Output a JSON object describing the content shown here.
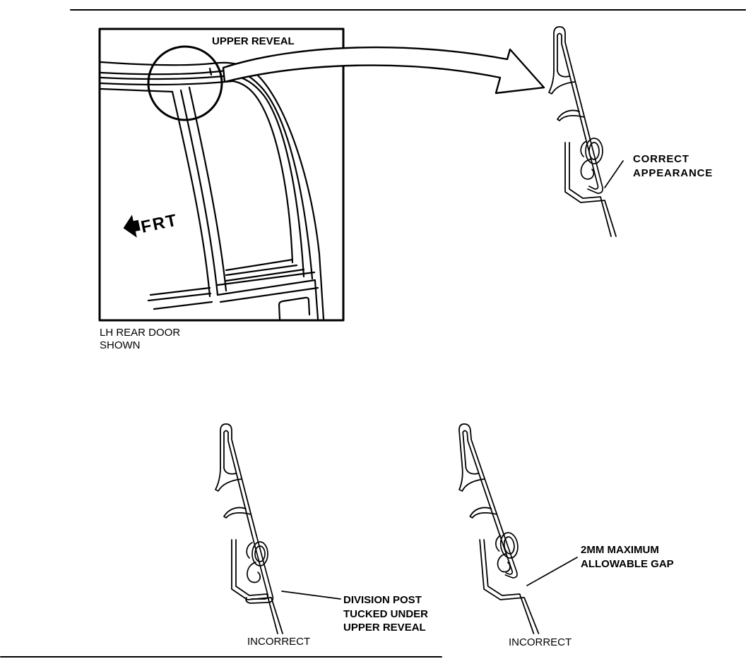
{
  "figure": {
    "inset": {
      "callout_label": "UPPER REVEAL",
      "direction_label": "FRT",
      "caption_line1": "LH REAR DOOR",
      "caption_line2": "SHOWN"
    },
    "correct_view": {
      "label_line1": "CORRECT",
      "label_line2": "APPEARANCE"
    },
    "incorrect_view_tucked": {
      "label_line1": "DIVISION POST",
      "label_line2": "TUCKED UNDER",
      "label_line3": "UPPER REVEAL",
      "caption": "INCORRECT"
    },
    "incorrect_view_gap": {
      "label_line1": "2MM MAXIMUM",
      "label_line2": "ALLOWABLE GAP",
      "caption": "INCORRECT"
    }
  },
  "colors": {
    "ink": "#000000",
    "paper": "#ffffff"
  }
}
